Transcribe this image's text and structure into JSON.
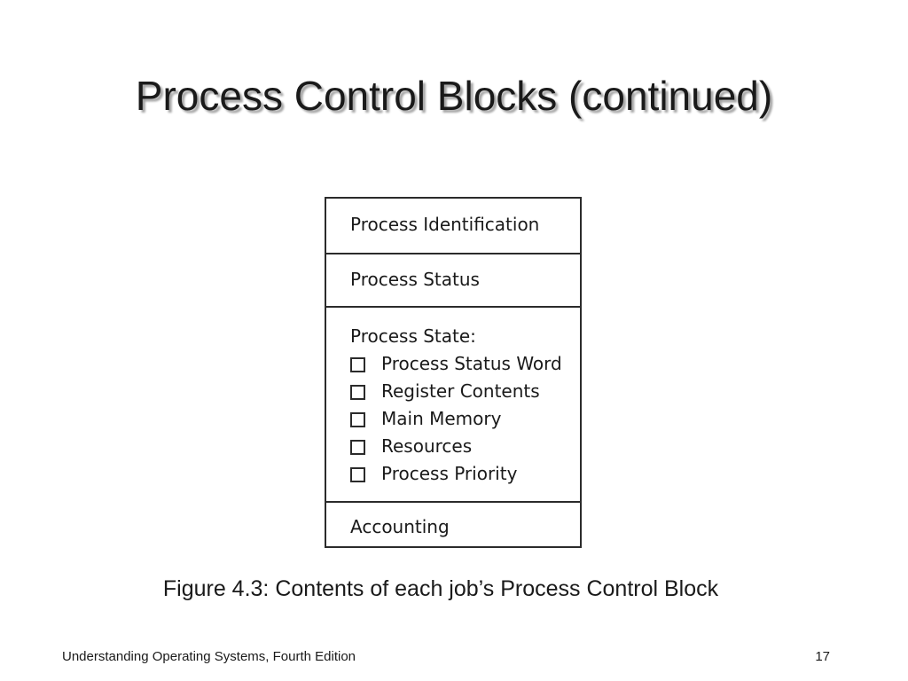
{
  "slide": {
    "title": "Process Control Blocks (continued)"
  },
  "pcb": {
    "identification": "Process Identification",
    "status": "Process Status",
    "state_heading": "Process State:",
    "state_items": [
      "Process Status Word",
      "Register Contents",
      "Main Memory",
      "Resources",
      "Process Priority"
    ],
    "accounting": "Accounting",
    "checkbox_icon": "checkbox-empty-icon"
  },
  "caption": "Figure 4.3: Contents of each job’s Process Control Block",
  "footer": {
    "book_title": "Understanding Operating Systems, Fourth Edition",
    "page_number": "17"
  },
  "colors": {
    "text": "#1a1a1a",
    "title_shadow": "#a6a6a6",
    "border": "#2b2b2b",
    "background": "#ffffff"
  }
}
